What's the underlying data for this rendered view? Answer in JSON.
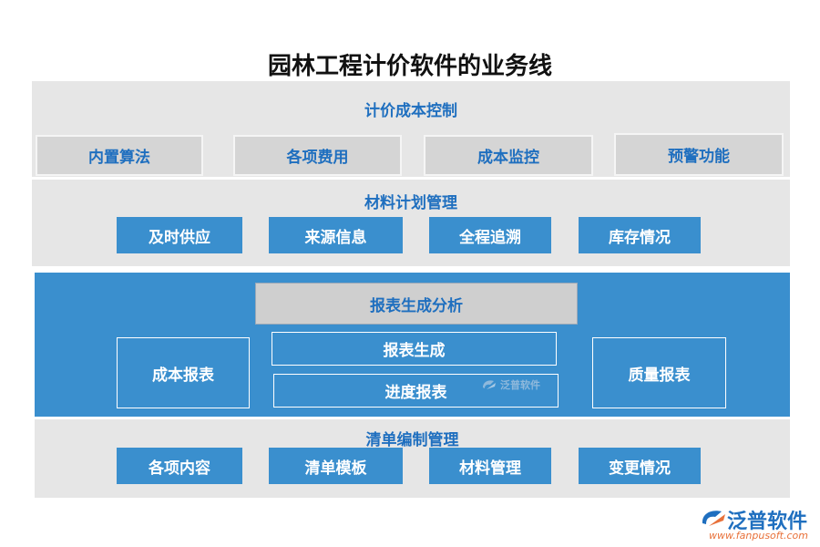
{
  "title": "园林工程计价软件的业务线",
  "sections": {
    "cost": {
      "title": "计价成本控制",
      "items": [
        "内置算法",
        "各项费用",
        "成本监控",
        "预警功能"
      ]
    },
    "material": {
      "title": "材料计划管理",
      "items": [
        "及时供应",
        "来源信息",
        "全程追溯",
        "库存情况"
      ]
    },
    "report": {
      "title": "报表生成分析",
      "left": "成本报表",
      "center": [
        "报表生成",
        "进度报表"
      ],
      "right": "质量报表"
    },
    "bill": {
      "title": "清单编制管理",
      "items": [
        "各项内容",
        "清单模板",
        "材料管理",
        "变更情况"
      ]
    }
  },
  "watermark": "泛普软件",
  "logo": {
    "name": "泛普软件",
    "url": "www.fanpusoft.com"
  },
  "colors": {
    "blue": "#3a8fce",
    "gray": "#e6e6e6",
    "text_blue": "#1f6fbf",
    "accent": "#e8713a"
  }
}
